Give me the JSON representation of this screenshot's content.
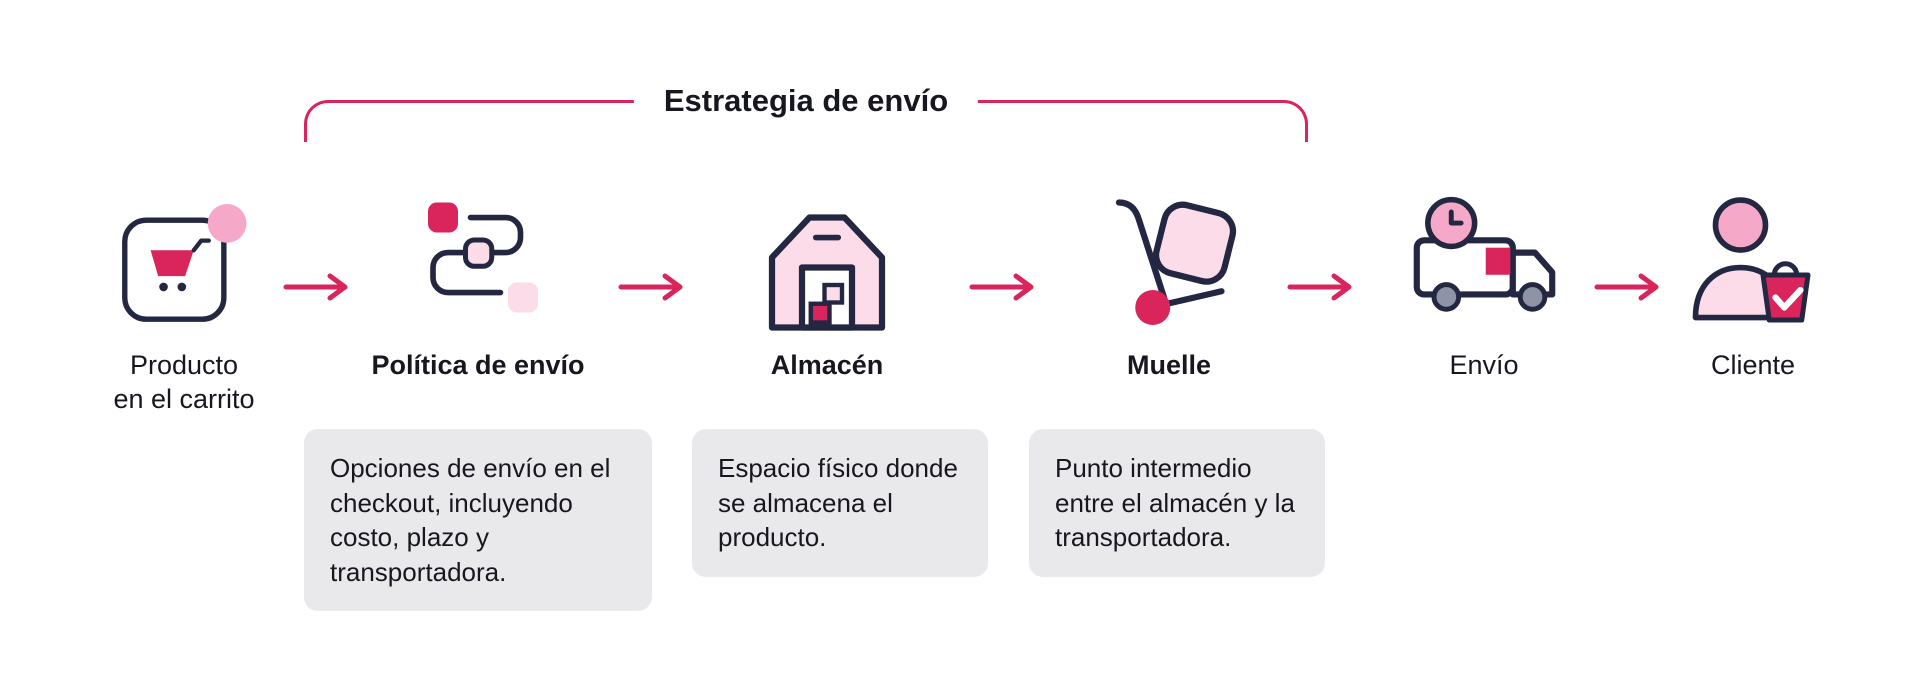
{
  "bracket": {
    "title": "Estrategia de envío"
  },
  "steps": [
    {
      "id": "product-cart",
      "label": "Producto\nen el carrito",
      "bold": false
    },
    {
      "id": "shipping-policy",
      "label": "Política de envío",
      "bold": true
    },
    {
      "id": "warehouse",
      "label": "Almacén",
      "bold": true
    },
    {
      "id": "dock",
      "label": "Muelle",
      "bold": true
    },
    {
      "id": "shipping",
      "label": "Envío",
      "bold": false
    },
    {
      "id": "customer",
      "label": "Cliente",
      "bold": false
    }
  ],
  "descriptions": [
    {
      "for": "shipping-policy",
      "text": "Opciones de envío en el checkout, incluyendo costo, plazo y transportadora."
    },
    {
      "for": "warehouse",
      "text": "Espacio físico donde se almacena el producto."
    },
    {
      "for": "dock",
      "text": "Punto intermedio entre el almacén y la transportadora."
    }
  ],
  "colors": {
    "accent": "#D9245C",
    "light_pink": "#FBDCE8",
    "mid_pink": "#F5A8C8",
    "outline": "#232741",
    "card_bg": "#E9E9EC",
    "text": "#17171F",
    "wheel_gray": "#8E93A6"
  }
}
